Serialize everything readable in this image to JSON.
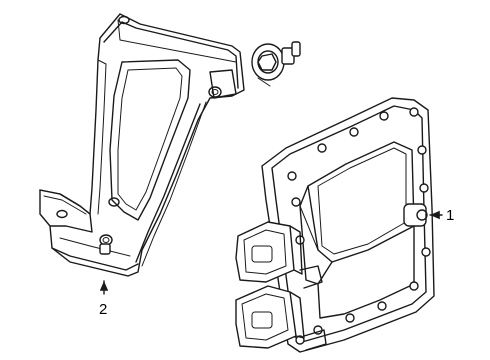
{
  "callouts": [
    {
      "number": "1",
      "part": "module"
    },
    {
      "number": "2",
      "part": "bracket"
    }
  ]
}
